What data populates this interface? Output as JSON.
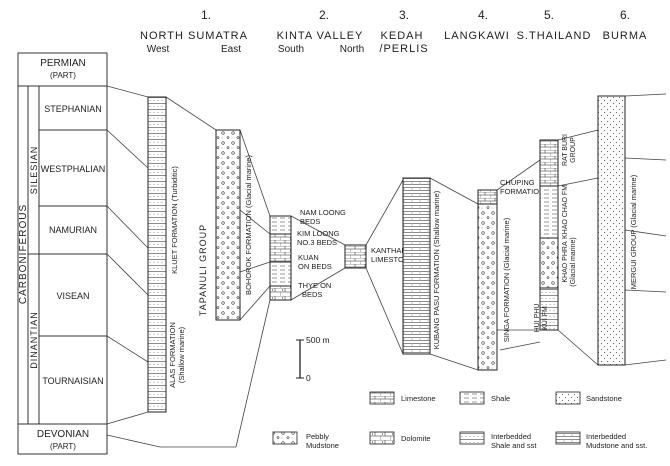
{
  "regions": [
    {
      "num": "1.",
      "name": "NORTH SUMATRA",
      "sub_left": "West",
      "sub_right": "East"
    },
    {
      "num": "2.",
      "name": "KINTA VALLEY",
      "sub_left": "South",
      "sub_right": "North"
    },
    {
      "num": "3.",
      "name": "KEDAH",
      "name2": "/PERLIS"
    },
    {
      "num": "4.",
      "name": "LANGKAWI"
    },
    {
      "num": "5.",
      "name": "S.THAILAND"
    },
    {
      "num": "6.",
      "name": "BURMA"
    }
  ],
  "timescale": {
    "systems": [
      "PERMIAN",
      "(PART)",
      "CARBONIFEROUS",
      "DEVONIAN",
      "(PART)"
    ],
    "subsystems": [
      "SILESIAN",
      "DINANTIAN"
    ],
    "stages": [
      "STEPHANIAN",
      "WESTPHALIAN",
      "NAMURIAN",
      "VISEAN",
      "TOURNAISIAN"
    ]
  },
  "formations": {
    "kluet": "KLUET FORMATION (Turbiditic)",
    "alas1": "ALAS FORMATION",
    "alas2": "(Shallow marine)",
    "tapanuli": "TAPANULI  GROUP",
    "bohorok": "BOHOROK FORMATION (Glacial marine)",
    "namloong1": "NAM LOONG",
    "namloong2": "BEDS",
    "kimloong1": "KIM LOONG",
    "kimloong2": "NO.3 BEDS",
    "kuan1": "KUAN",
    "kuan2": "ON BEDS",
    "thye1": "THYE ON",
    "thye2": "BEDS",
    "kanthan1": "KANTHAN",
    "kanthan2": "LIMESTONE",
    "kubang": "KUBANG PASU FORMATION (Shallow marine)",
    "chuping1": "CHUPING",
    "chuping2": "FORMATION",
    "singa": "SINGA  FORMATION (Glacial marine)",
    "ratburi1": "RAT BURI",
    "ratburi2": "GROUP",
    "khaochao": "KHAO CHAO FM",
    "khaophra1": "KHAO PHRA",
    "khaophra2": "(Glacial marine)",
    "huiphu1": "HUI PHU",
    "huiphu2": "KUI FM",
    "mergui": "MERGUI GROUP (Glacial marine)"
  },
  "scale": {
    "top": "500 m",
    "bottom": "0"
  },
  "legend": [
    {
      "key": "limestone",
      "label": "Limestone"
    },
    {
      "key": "shale",
      "label": "Shale"
    },
    {
      "key": "sandstone",
      "label": "Sandstone"
    },
    {
      "key": "pebbly",
      "label": "Pebbly",
      "label2": "Mudstone"
    },
    {
      "key": "dolomite",
      "label": "Dolomite"
    },
    {
      "key": "int_shale",
      "label": "Interbedded",
      "label2": "Shale and sst"
    },
    {
      "key": "int_mud",
      "label": "Interbedded",
      "label2": "Mudstone and sst."
    }
  ]
}
